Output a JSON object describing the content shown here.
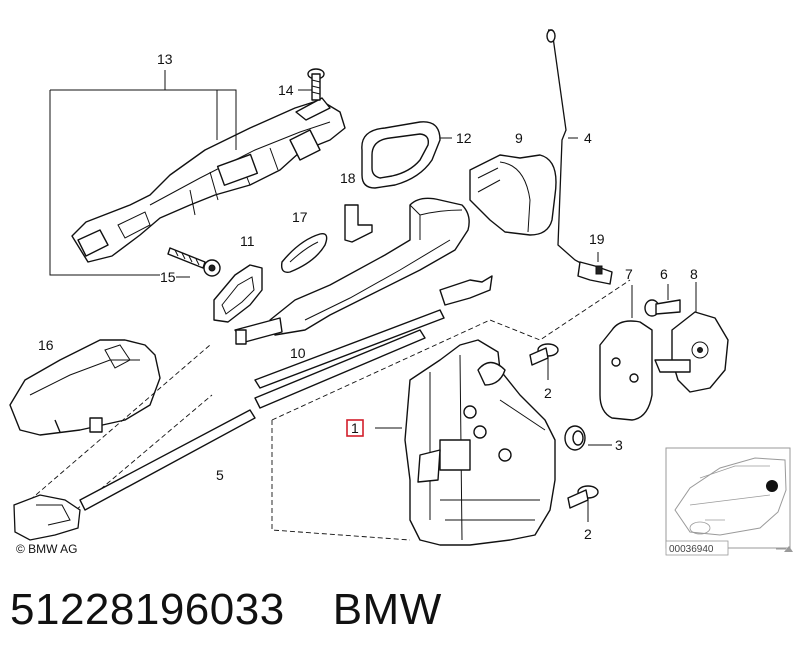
{
  "callouts": [
    "1",
    "2",
    "2",
    "3",
    "4",
    "5",
    "6",
    "7",
    "8",
    "9",
    "10",
    "11",
    "12",
    "13",
    "14",
    "15",
    "16",
    "17",
    "18",
    "19"
  ],
  "copyright": "© BMW AG",
  "inset_code": "00036940",
  "part_number": "51228196033",
  "brand": "BMW",
  "highlight_color": "#d21e2b"
}
